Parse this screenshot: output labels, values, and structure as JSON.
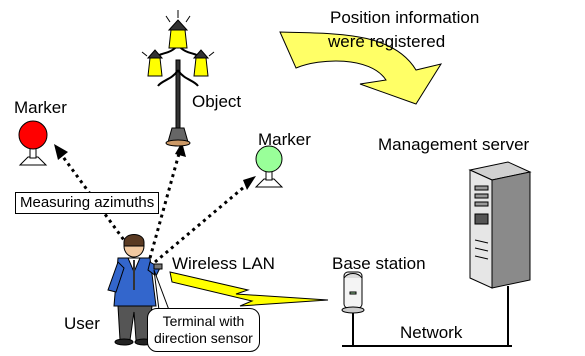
{
  "labels": {
    "position_info_line1": "Position information",
    "position_info_line2": "were registered",
    "object": "Object",
    "marker_left": "Marker",
    "marker_right": "Marker",
    "management_server": "Management server",
    "measuring_azimuths": "Measuring azimuths",
    "wireless_lan": "Wireless LAN",
    "base_station": "Base station",
    "user": "User",
    "terminal_line1": "Terminal with",
    "terminal_line2": "direction sensor",
    "network": "Network"
  },
  "colors": {
    "arrow_fill": "#FFFF66",
    "lightning": "#FFFF00",
    "marker_left": "#FF0000",
    "marker_right": "#99FF99",
    "lamp": "#FFFF00",
    "user_shirt": "#3366CC"
  },
  "icons": {
    "object": "street-lamp-icon",
    "marker": "marker-beacon-icon",
    "server": "tower-server-icon",
    "base_station": "access-point-icon",
    "user": "person-with-terminal-icon",
    "link": "lightning-bolt-icon"
  }
}
